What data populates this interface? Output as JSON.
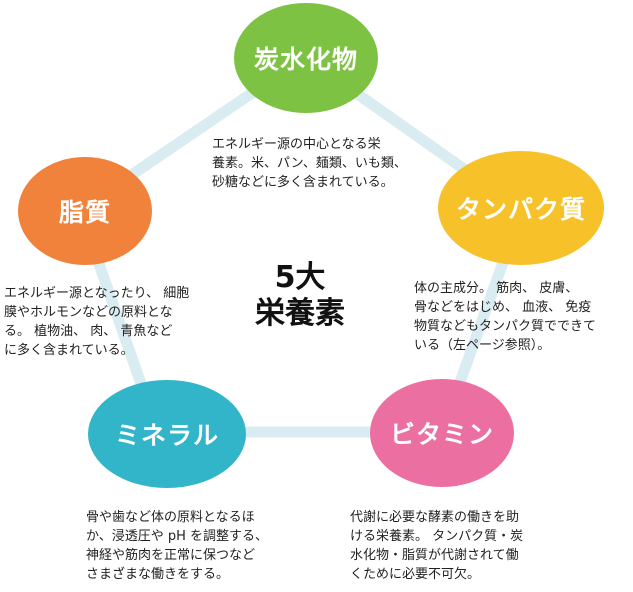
{
  "center": {
    "line1": "5大",
    "line2": "栄養素"
  },
  "colors": {
    "carb": "#7dc242",
    "protein": "#f7c12a",
    "vitamin": "#ec6fa1",
    "mineral": "#33b5c9",
    "fat": "#f0823b",
    "link": "#d8ecf1"
  },
  "nodes": {
    "carb": {
      "label": "炭水化物",
      "desc": [
        "エネルギー源の中心となる栄",
        "養素。米、パン、麺類、いも類、",
        "砂糖などに多く含まれている。"
      ]
    },
    "protein": {
      "label": "タンパク質",
      "desc": [
        "体の主成分。 筋肉、 皮膚、",
        "骨などをはじめ、 血液、 免疫",
        "物質などもタンパク質でできて",
        "いる（左ページ参照）。"
      ]
    },
    "vitamin": {
      "label": "ビタミン",
      "desc": [
        "代謝に必要な酵素の働きを助",
        "ける栄養素。 タンパク質・炭",
        "水化物・脂質が代謝されて働",
        "くために必要不可欠。"
      ]
    },
    "mineral": {
      "label": "ミネラル",
      "desc": [
        "骨や歯など体の原料となるほ",
        "か、浸透圧や pH を調整する、",
        "神経や筋肉を正常に保つなど",
        "さまざまな働きをする。"
      ]
    },
    "fat": {
      "label": "脂質",
      "desc": [
        "エネルギー源となったり、 細胞",
        "膜やホルモンなどの原料とな",
        "る。 植物油、 肉、 青魚など",
        "に多く含まれている。"
      ]
    }
  }
}
